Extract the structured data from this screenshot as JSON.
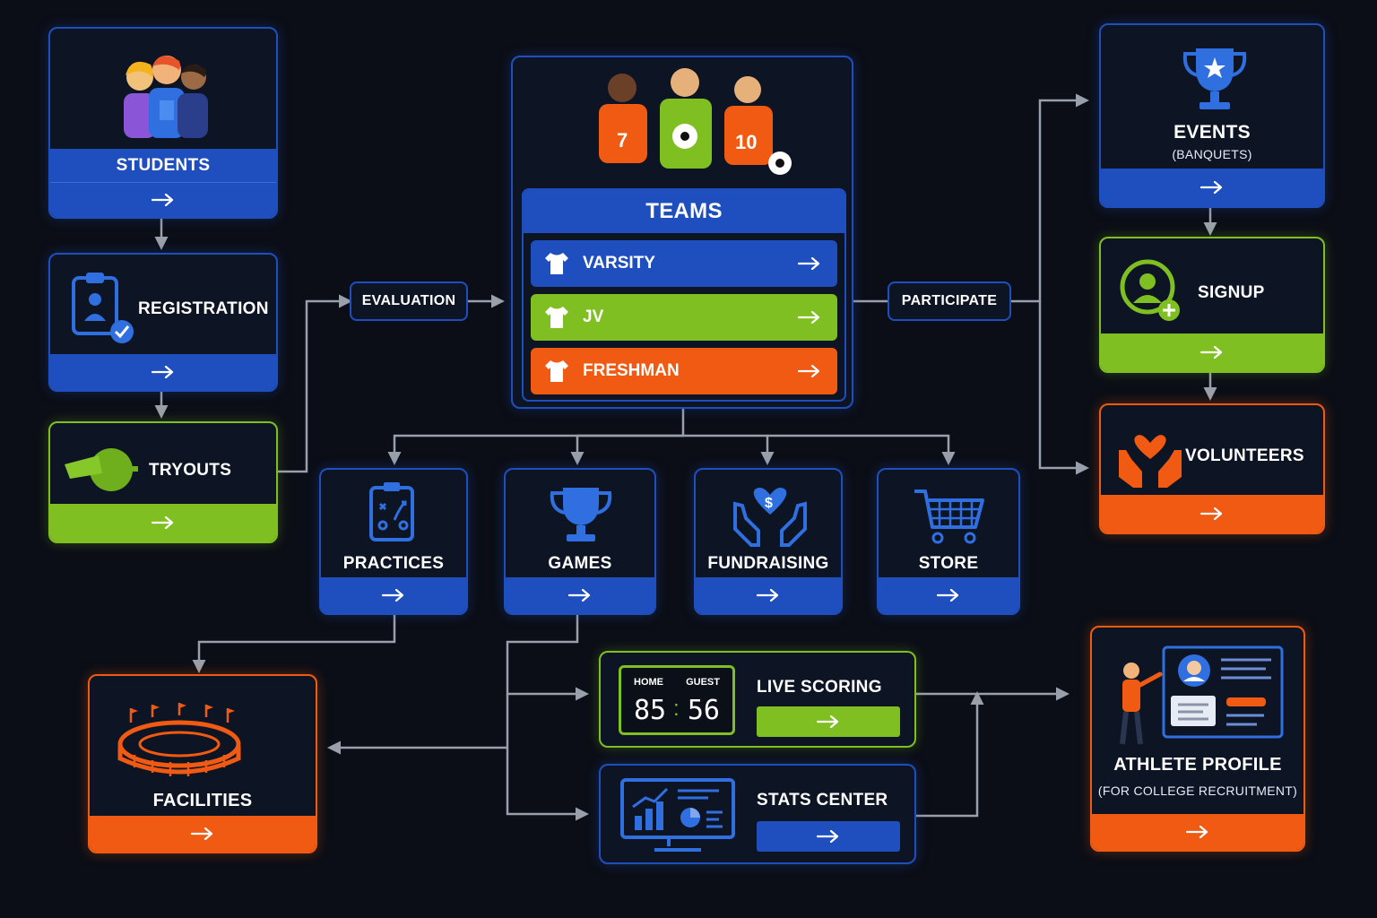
{
  "colors": {
    "blue": "#1f4fbf",
    "green": "#7fbf22",
    "orange": "#f05a12",
    "background": "#0b0e16",
    "connector": "#9aa0ab"
  },
  "students": {
    "title": "STUDENTS",
    "icon": "students-group-icon"
  },
  "registration": {
    "title": "REGISTRATION",
    "icon": "clipboard-check-icon"
  },
  "tryouts": {
    "title": "TRYOUTS",
    "icon": "whistle-icon"
  },
  "evaluation": {
    "label": "EVALUATION"
  },
  "teams": {
    "title": "TEAMS",
    "icon": "soccer-players-icon",
    "tiers": [
      {
        "label": "VARSITY",
        "icon": "jersey-icon"
      },
      {
        "label": "JV",
        "icon": "jersey-icon"
      },
      {
        "label": "FRESHMAN",
        "icon": "jersey-icon"
      }
    ]
  },
  "participate": {
    "label": "PARTICIPATE"
  },
  "events": {
    "title": "EVENTS",
    "subtitle": "(BANQUETS)",
    "icon": "trophy-star-icon"
  },
  "signup": {
    "title": "SIGNUP",
    "icon": "user-add-icon"
  },
  "volunteers": {
    "title": "VOLUNTEERS",
    "icon": "hands-heart-icon"
  },
  "practices": {
    "title": "PRACTICES",
    "icon": "playbook-icon"
  },
  "games": {
    "title": "GAMES",
    "icon": "trophy-icon"
  },
  "fundraising": {
    "title": "FUNDRAISING",
    "icon": "hands-dollar-icon"
  },
  "store": {
    "title": "STORE",
    "icon": "cart-icon"
  },
  "facilities": {
    "title": "FACILITIES",
    "icon": "stadium-icon"
  },
  "live_scoring": {
    "title": "LIVE SCORING",
    "home_label": "HOME",
    "guest_label": "GUEST",
    "home_score": "85",
    "separator": ":",
    "guest_score": "56",
    "icon": "scoreboard-icon"
  },
  "stats_center": {
    "title": "STATS CENTER",
    "icon": "analytics-monitor-icon"
  },
  "athlete_profile": {
    "title": "ATHLETE PROFILE",
    "subtitle": "(FOR COLLEGE RECRUITMENT)",
    "icon": "profile-presentation-icon"
  }
}
